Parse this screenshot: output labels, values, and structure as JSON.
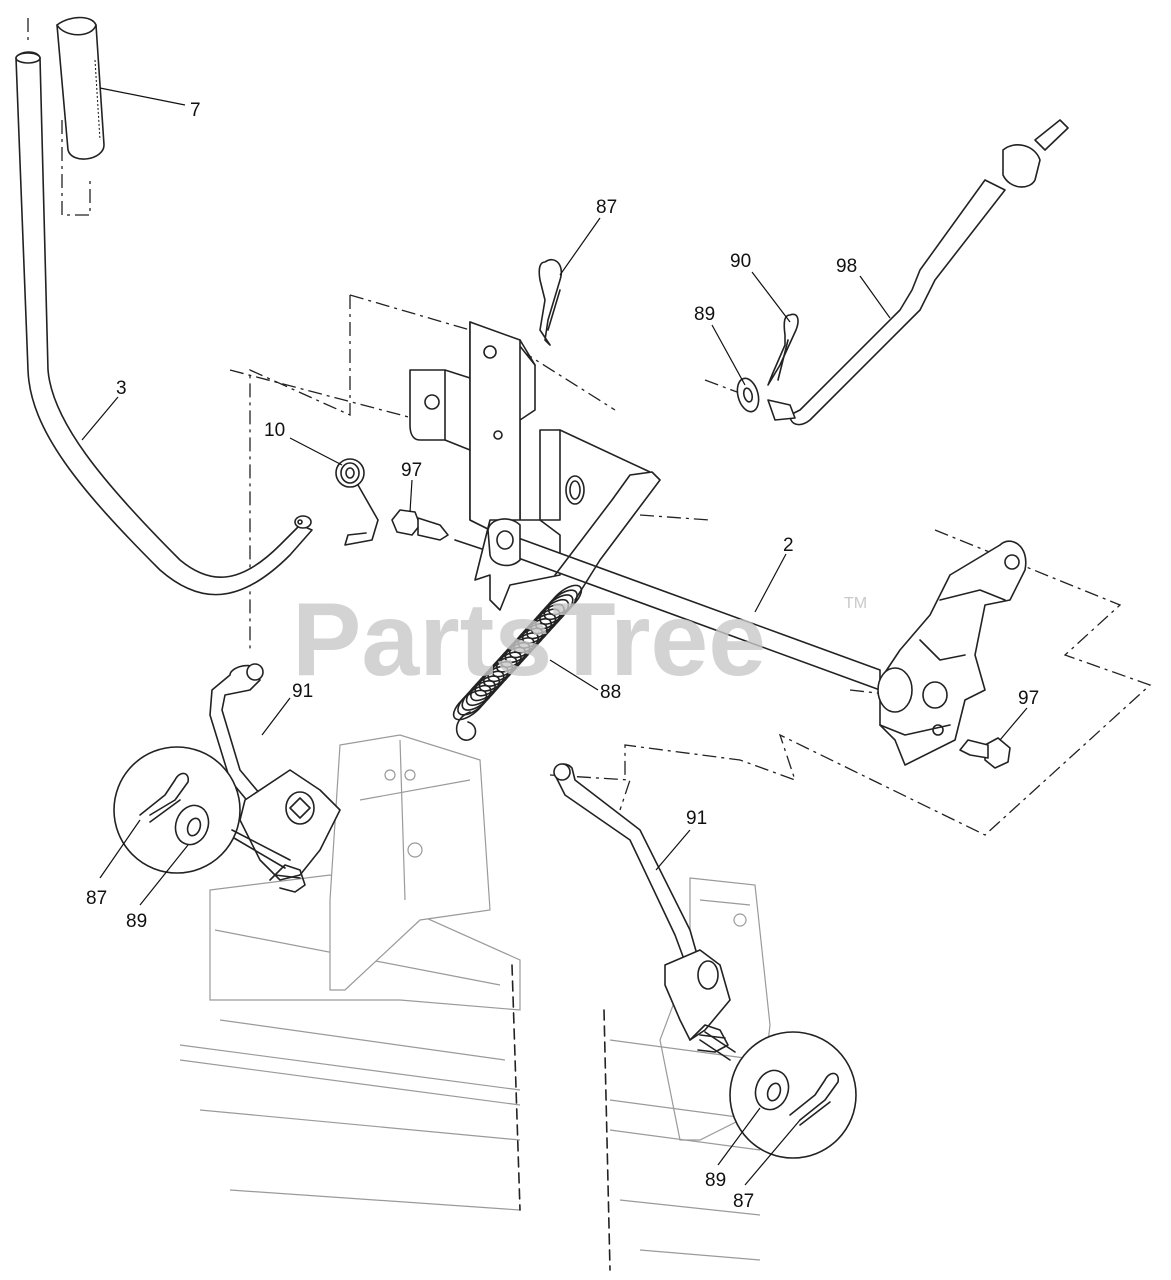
{
  "watermark": {
    "text": "PartsTree",
    "trademark": "TM"
  },
  "callouts": {
    "c7": "7",
    "c87_top": "87",
    "c90": "90",
    "c98": "98",
    "c89_top": "89",
    "c3": "3",
    "c10": "10",
    "c97_left": "97",
    "c2": "2",
    "c91_left": "91",
    "c88": "88",
    "c97_right": "97",
    "c91_right": "91",
    "c87_left": "87",
    "c89_left": "89",
    "c89_right": "89",
    "c87_right": "87"
  }
}
